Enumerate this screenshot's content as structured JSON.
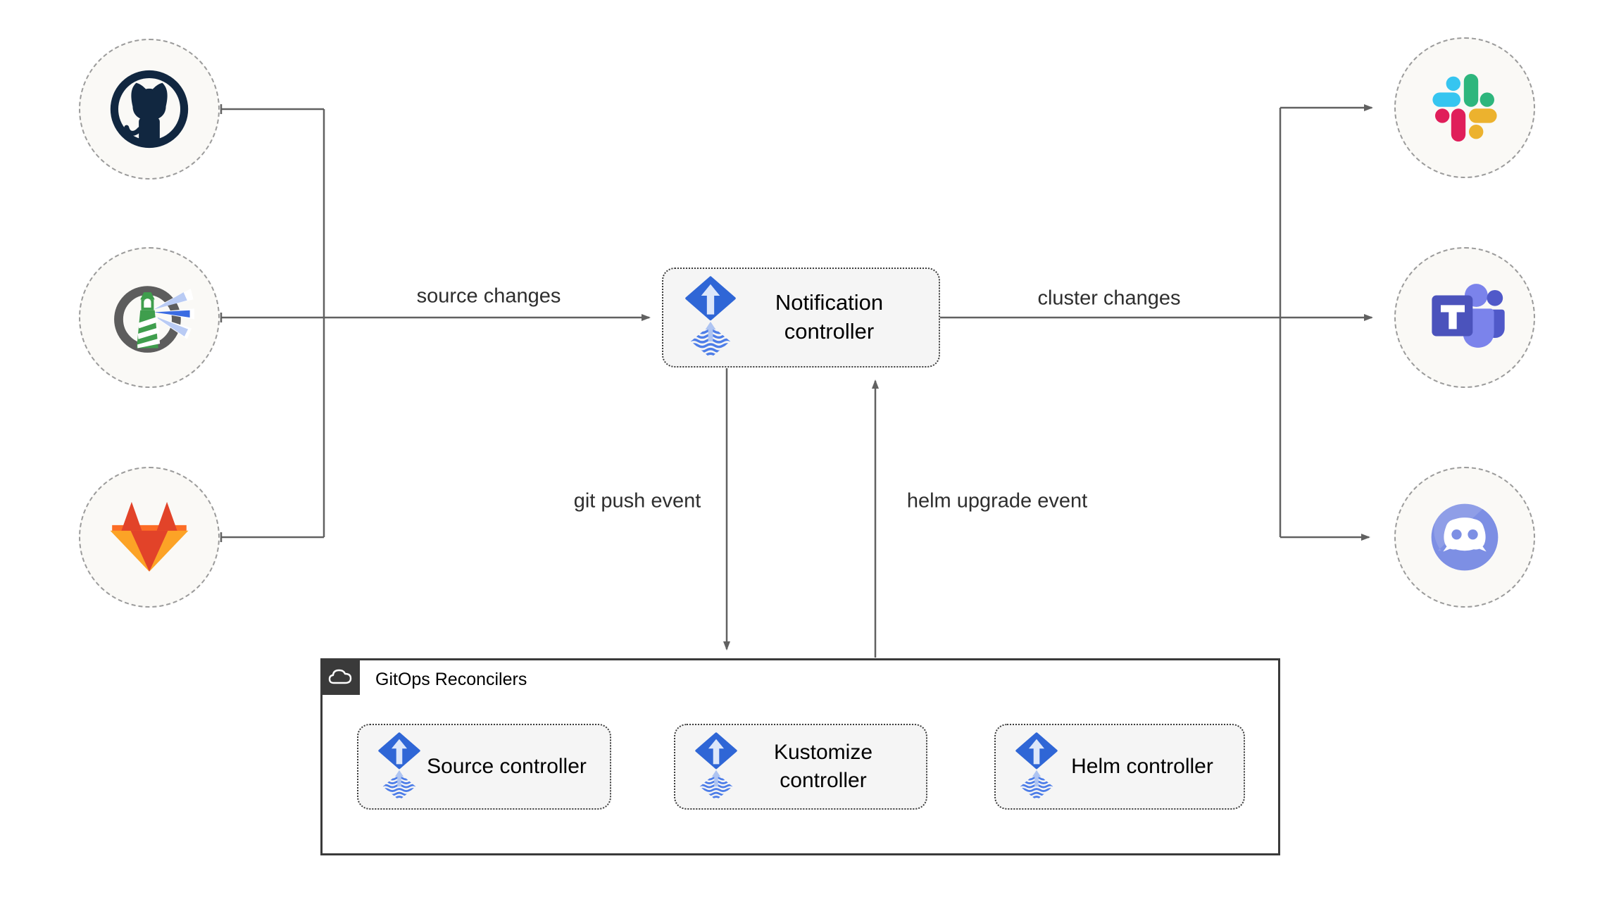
{
  "diagram_title_none_visible": true,
  "colors": {
    "line": "#616161",
    "circle_fill": "#faf9f6",
    "circle_border": "#9b9b9b",
    "box_fill": "#f5f5f5",
    "box_border": "#3c3c3c",
    "group_border": "#3a3a3a",
    "badge_bg": "#3a3a3a",
    "flux_blue": "#2f66d6",
    "flux_light_arrow": "#aec4f2",
    "flux_wave_blue": "#4d7de8",
    "github_navy": "#112740",
    "harbor_green": "#3f9e4d",
    "harbor_gray": "#5d5d5d",
    "gitlab_red": "#e24329",
    "gitlab_orange": "#fc6d26",
    "gitlab_amber": "#fca326",
    "slack_blue": "#36c5f0",
    "slack_green": "#2eb67d",
    "slack_red": "#e01e5a",
    "slack_yellow": "#ecb22e",
    "teams_dark": "#4b53bc",
    "teams_mid": "#5059c9",
    "teams_light": "#7b83eb",
    "discord_blurple": "#7d8fe4",
    "edge_label_text": "#2e2e2e",
    "box_label_text": "#000000"
  },
  "nodes": {
    "notification": {
      "label": "Notification controller",
      "icon": "flux-icon"
    },
    "source": {
      "label": "Source controller",
      "icon": "flux-icon"
    },
    "kustomize": {
      "label": "Kustomize controller",
      "icon": "flux-icon"
    },
    "helm": {
      "label": "Helm controller",
      "icon": "flux-icon"
    }
  },
  "group": {
    "title": "GitOps Reconcilers",
    "icon": "cloud-icon"
  },
  "edges": {
    "source_changes": "source changes",
    "cluster_changes": "cluster changes",
    "git_push": "git push event",
    "helm_upgrade": "helm upgrade event"
  },
  "icons": {
    "sources_left": [
      "github-icon",
      "harbor-icon",
      "gitlab-icon"
    ],
    "targets_right": [
      "slack-icon",
      "teams-icon",
      "discord-icon"
    ],
    "controller_icon": "flux-icon",
    "group_badge_icon": "cloud-icon"
  }
}
